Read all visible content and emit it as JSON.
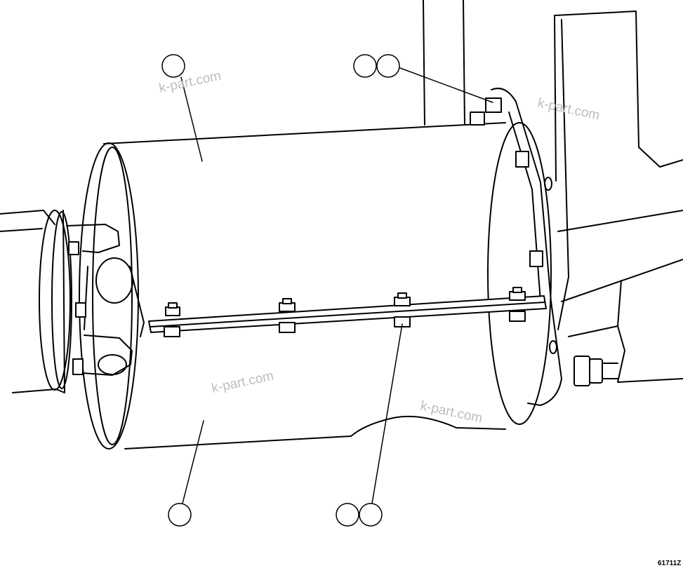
{
  "figure_code": "61711Z",
  "watermark": "k-part.com",
  "callouts": [
    {
      "id": "callout-muffler-body-top",
      "target": "muffler-body"
    },
    {
      "id": "callout-mounting-bolts",
      "target": "mounting-bracket-bolts",
      "double": true
    },
    {
      "id": "callout-muffler-body-bottom",
      "target": "muffler-body"
    },
    {
      "id": "callout-strap-bolts",
      "target": "clamp-strap-bolts",
      "double": true
    }
  ]
}
